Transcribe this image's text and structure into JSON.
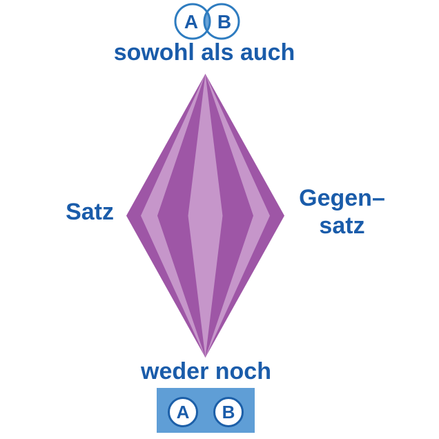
{
  "top": {
    "icon": "venn-overlap-icon",
    "set_a": "A",
    "set_b": "B",
    "label": "sowohl als auch"
  },
  "left": {
    "label": "Satz"
  },
  "right": {
    "label_line1": "Gegen–",
    "label_line2": "satz"
  },
  "bottom": {
    "label": "weder noch",
    "icon": "disjoint-sets-icon",
    "set_a": "A",
    "set_b": "B"
  },
  "diamond": {
    "type": "faceted-rhombus",
    "layer_count": 4,
    "layers": [
      {
        "half_width_ratio": 1.0,
        "color": "#9e56a6"
      },
      {
        "half_width_ratio": 0.82,
        "color": "#c696ca"
      },
      {
        "half_width_ratio": 0.61,
        "color": "#9e56a6"
      },
      {
        "half_width_ratio": 0.22,
        "color": "#c696ca"
      }
    ]
  },
  "colors": {
    "background": "#ffffff",
    "text_blue": "#1a5caa",
    "venn_stroke": "#2e7cc0",
    "venn_overlap_fill": "#68a3d8",
    "box_fill": "#5f9ed6",
    "box_circle_stroke": "#1c5fa8",
    "purple_dark": "#9e56a6",
    "purple_light": "#c696ca"
  }
}
